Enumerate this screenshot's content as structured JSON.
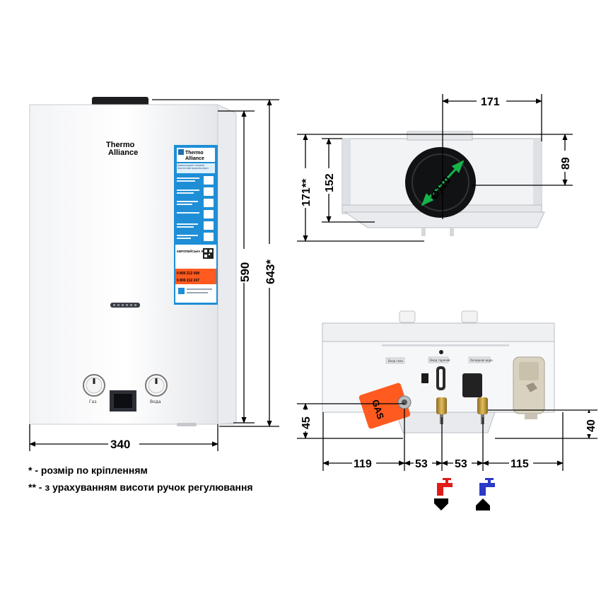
{
  "product": {
    "brand_line1": "Thermo",
    "brand_line2": "Alliance",
    "sticker": {
      "brand_line1": "Thermo",
      "brand_line2": "Alliance",
      "tagline": "Димоходний газовий проточний водонагрівач",
      "section_title": "ЄВРОПЕЙСЬКА ЯКІСТЬ",
      "phone1": "0 800 212 008",
      "phone2": "0 800 212 247"
    },
    "knob_left_label": "Газ",
    "knob_right_label": "Вода"
  },
  "labels": {
    "gas": "GAS",
    "tag_left": "Вход газа",
    "tag_middle": "Вход горячей",
    "tag_right": "Холодная вода"
  },
  "dimensions": {
    "front_width": "340",
    "front_height": "590",
    "front_height_mount": "643*",
    "top_offset": "171",
    "top_depth": "89",
    "side_total": "171**",
    "side_body": "152",
    "flue_diameter": "Ø110",
    "bottom_left_height": "45",
    "bottom_right_height": "40",
    "bottom_119": "119",
    "bottom_53a": "53",
    "bottom_53b": "53",
    "bottom_115": "115"
  },
  "notes": {
    "note1": "* - розмір по кріпленням",
    "note2": "** - з урахуванням висоти ручок регулювання"
  },
  "colors": {
    "hot": "#e01b1b",
    "cold": "#2a39c8",
    "sticker": "#1e8fd6",
    "gas_tag": "#ff5a1f",
    "brass": "#c79a3a"
  }
}
